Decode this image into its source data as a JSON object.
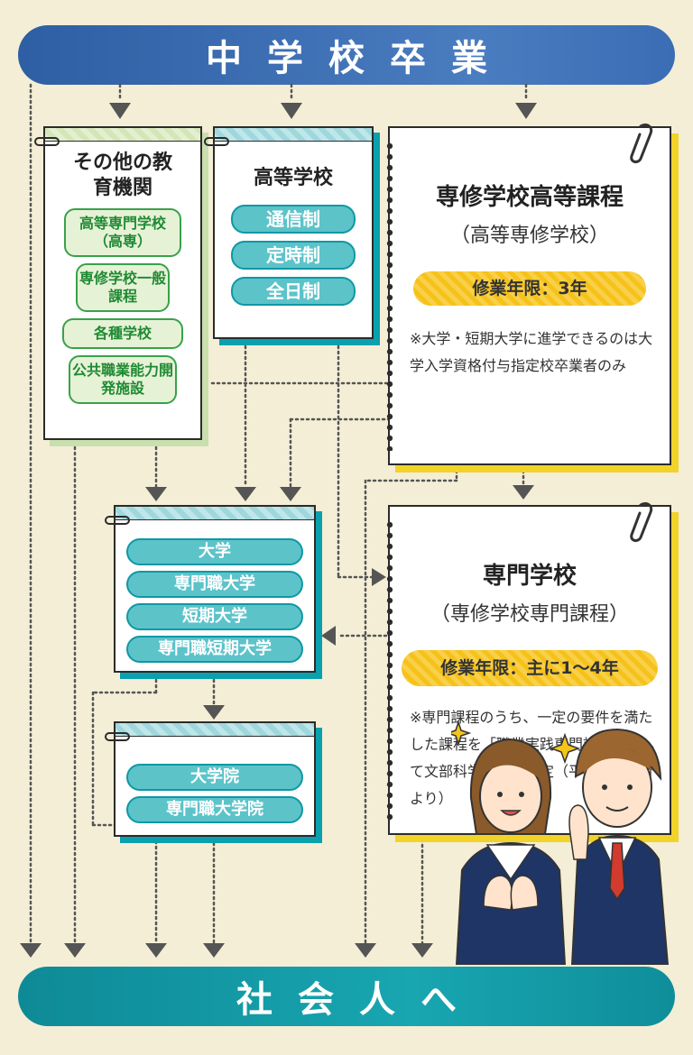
{
  "top_banner": "中学校卒業",
  "bottom_banner": "社会人へ",
  "other_institutions": {
    "title": "その他の教育機関",
    "items": [
      "高等専門学校（高専）",
      "専修学校一般課程",
      "各種学校",
      "公共職業能力開発施設"
    ]
  },
  "high_school": {
    "title": "高等学校",
    "items": [
      "通信制",
      "定時制",
      "全日制"
    ]
  },
  "senshu_high": {
    "title": "専修学校高等課程",
    "subtitle": "（高等専修学校）",
    "duration": "修業年限：3年",
    "note": "※大学・短期大学に進学できるのは大学入学資格付与指定校卒業者のみ"
  },
  "universities": {
    "items": [
      "大学",
      "専門職大学",
      "短期大学",
      "専門職短期大学"
    ]
  },
  "graduate": {
    "items": [
      "大学院",
      "専門職大学院"
    ]
  },
  "senmon": {
    "title": "専門学校",
    "subtitle": "（専修学校専門課程）",
    "duration": "修業年限：主に1〜4年",
    "note": "※専門課程のうち、一定の要件を満たした課程を「職業実践専門課程」として文部科学大臣が認定（平成26年4月より）"
  },
  "colors": {
    "top_banner": "#3b6db5",
    "bottom_banner": "#18a6b1",
    "teal": "#0aa0ad",
    "green": "#39a14a",
    "gold": "#f1d32a",
    "background": "#f4eed6"
  }
}
